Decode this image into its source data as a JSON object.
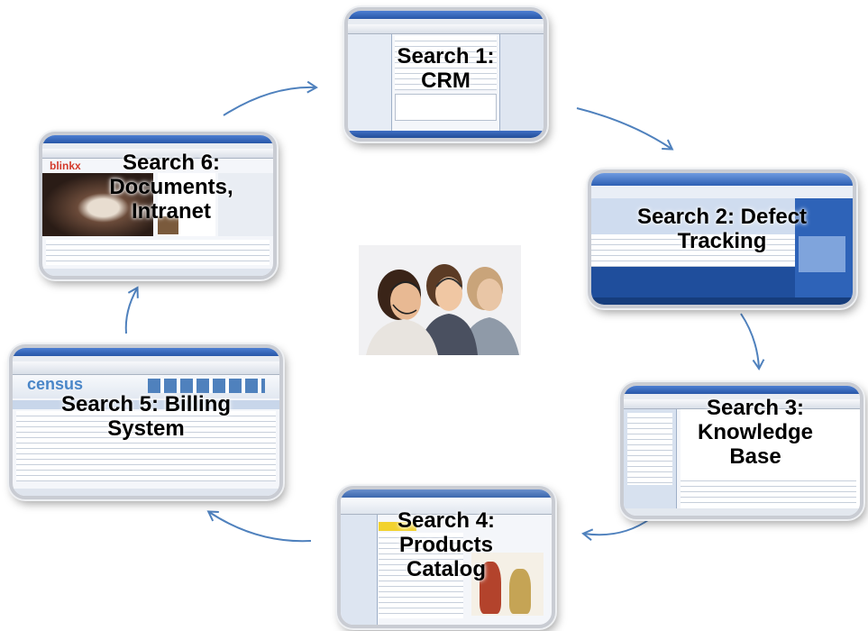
{
  "cards": {
    "crm": {
      "lines": [
        "Search 1:",
        "CRM"
      ]
    },
    "defect": {
      "lines": [
        "Search 2: Defect",
        "Tracking"
      ]
    },
    "knowledge": {
      "lines": [
        "Search 3:",
        "Knowledge",
        "Base"
      ]
    },
    "catalog": {
      "lines": [
        "Search 4:",
        "Products",
        "Catalog"
      ]
    },
    "billing": {
      "lines": [
        "Search 5: Billing",
        "System"
      ]
    },
    "documents": {
      "lines": [
        "Search 6:",
        "Documents,",
        "Intranet"
      ]
    }
  },
  "screenshots": {
    "documents_logo": "blinkx",
    "billing_logo": "census"
  },
  "colors": {
    "arrow": "#4f81bd",
    "window_title": "#2857a8",
    "defect_panel": "#1f4e9c"
  },
  "center_image": {
    "icon": "call-center-headset-agents-photo"
  }
}
